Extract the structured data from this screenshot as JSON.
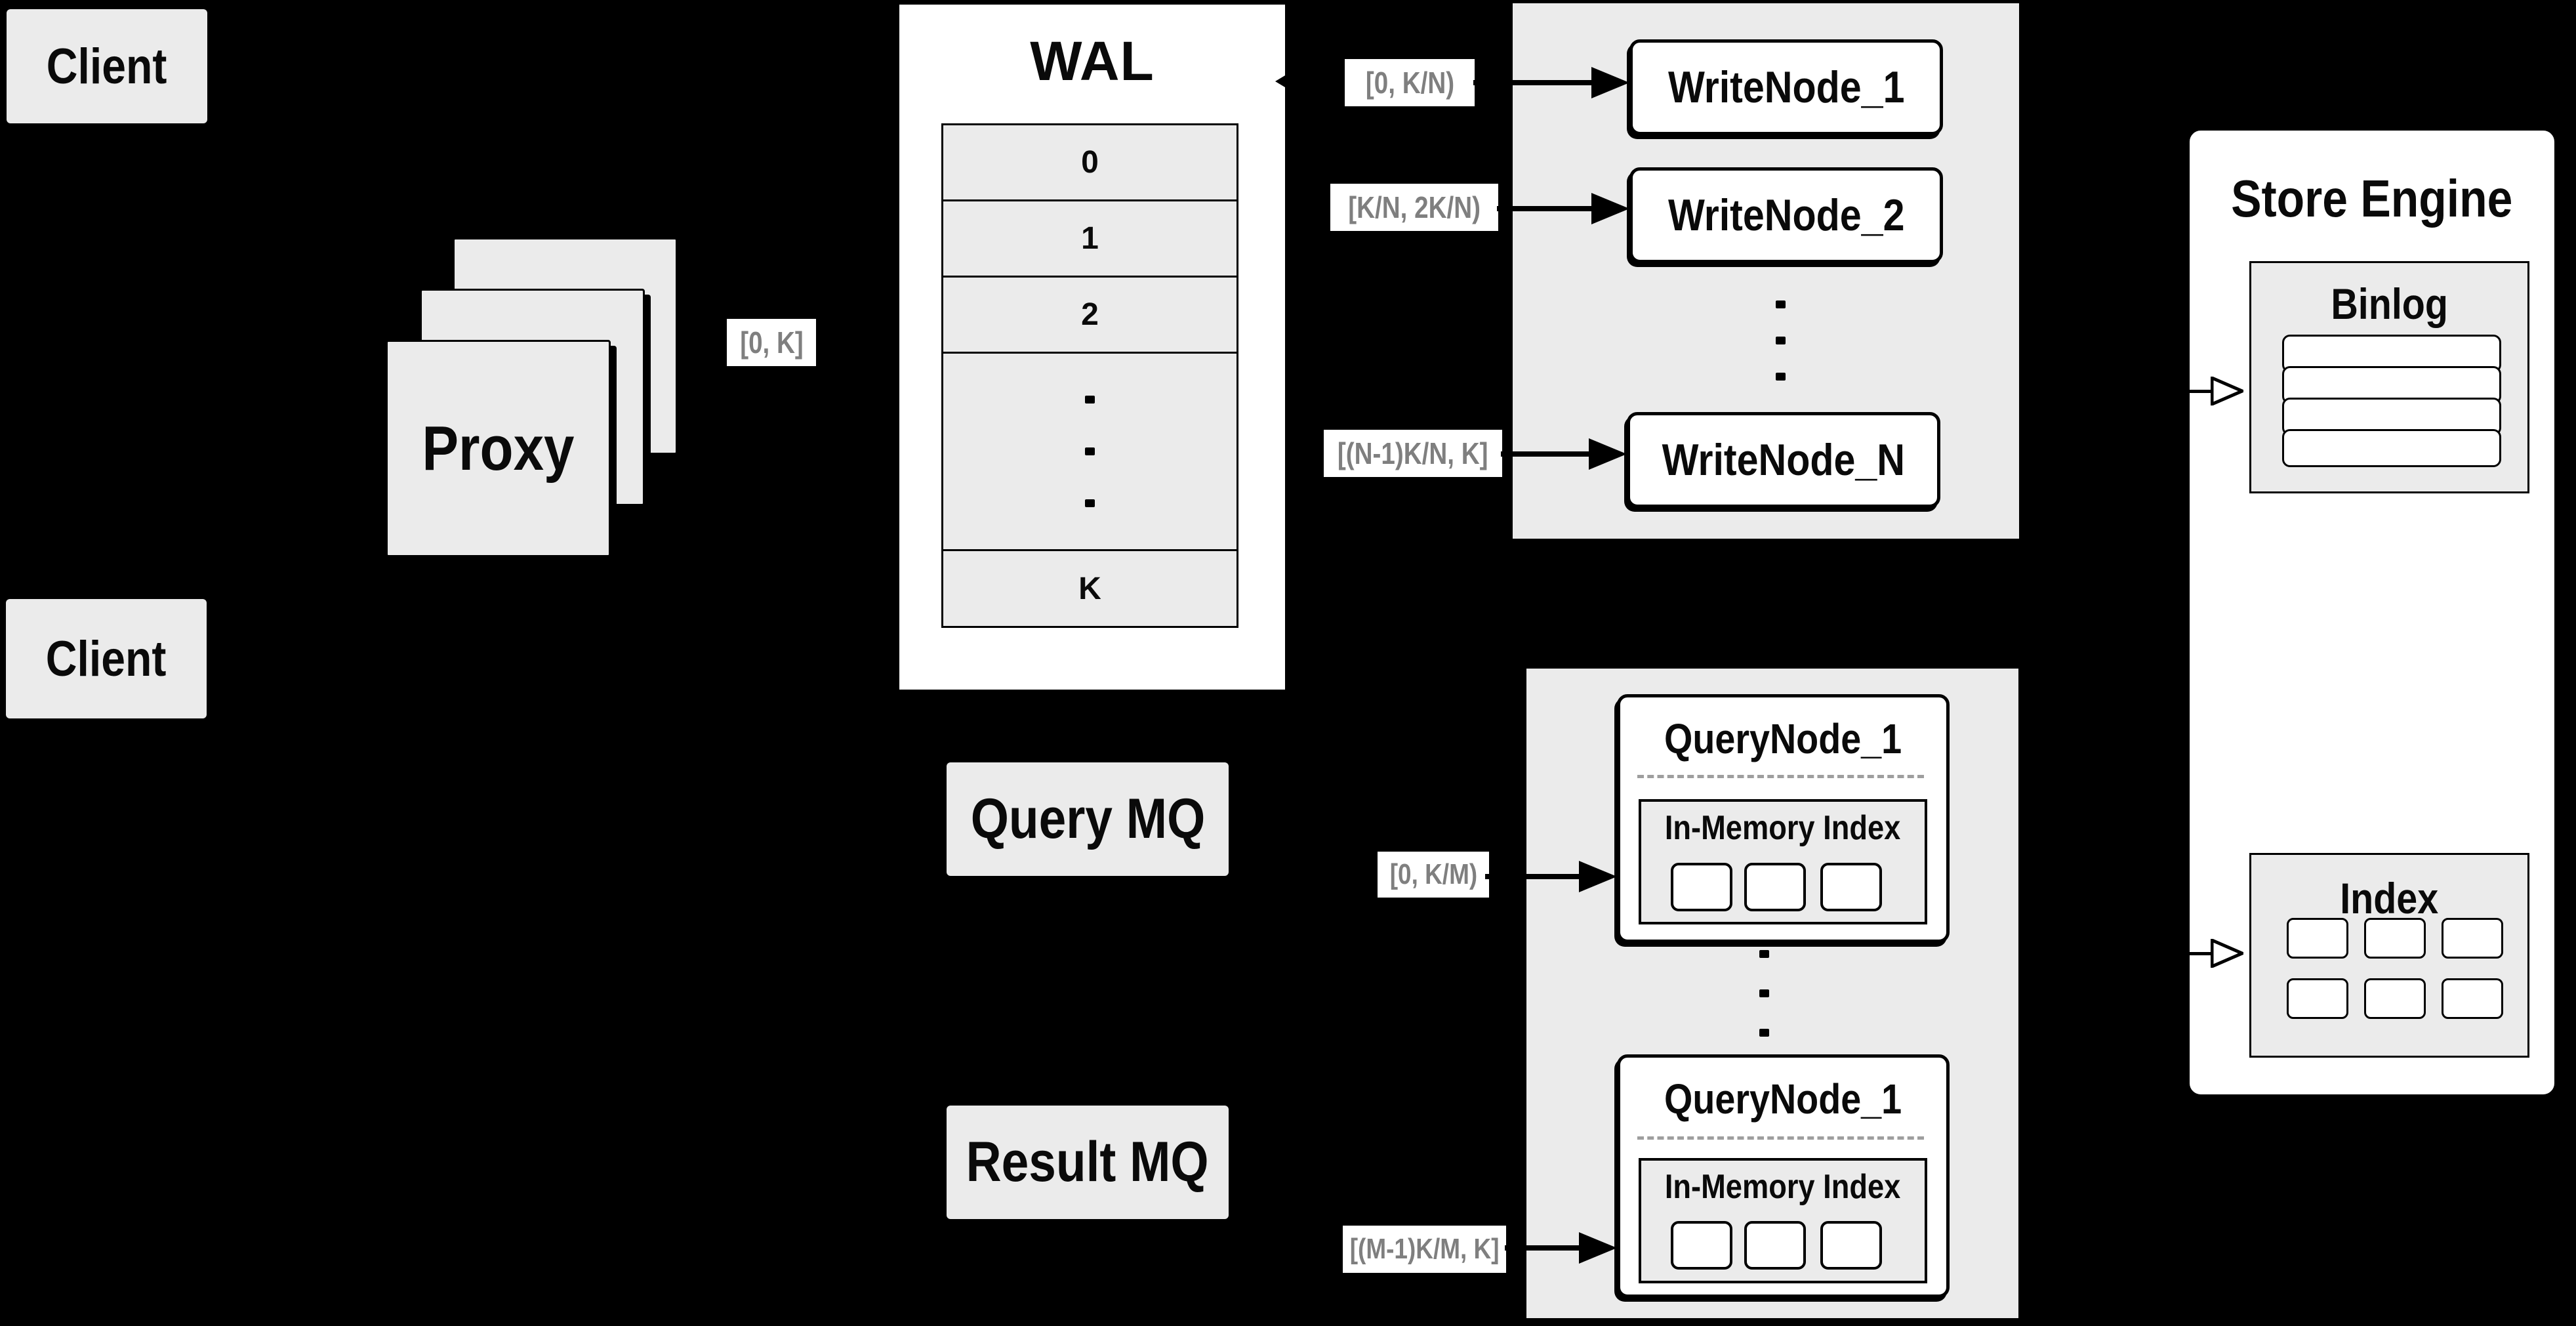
{
  "colors": {
    "background": "#000000",
    "panel_fill": "#ebebeb",
    "box_fill": "#ffffff",
    "line": "#000000",
    "range_label_text": "#7f7f7f",
    "dashed_separator": "#9e9e9e"
  },
  "clients": {
    "top": "Client",
    "bottom": "Client"
  },
  "proxy": {
    "label": "Proxy",
    "range_label": "[0, K]"
  },
  "wal": {
    "title": "WAL",
    "segments": [
      "0",
      "1",
      "2"
    ],
    "last_segment": "K"
  },
  "write_cluster": {
    "ranges": [
      "[0, K/N)",
      "[K/N, 2K/N)",
      "[(N-1)K/N, K]"
    ],
    "nodes": [
      "WriteNode_1",
      "WriteNode_2",
      "WriteNode_N"
    ]
  },
  "mq": {
    "query": "Query MQ",
    "result": "Result MQ"
  },
  "query_cluster": {
    "ranges": [
      "[0, K/M)",
      "[(M-1)K/M, K]"
    ],
    "nodes": [
      {
        "title": "QueryNode_1",
        "inner": "In-Memory Index"
      },
      {
        "title": "QueryNode_1",
        "inner": "In-Memory Index"
      }
    ]
  },
  "store_engine": {
    "title": "Store Engine",
    "binlog_title": "Binlog",
    "index_title": "Index"
  }
}
